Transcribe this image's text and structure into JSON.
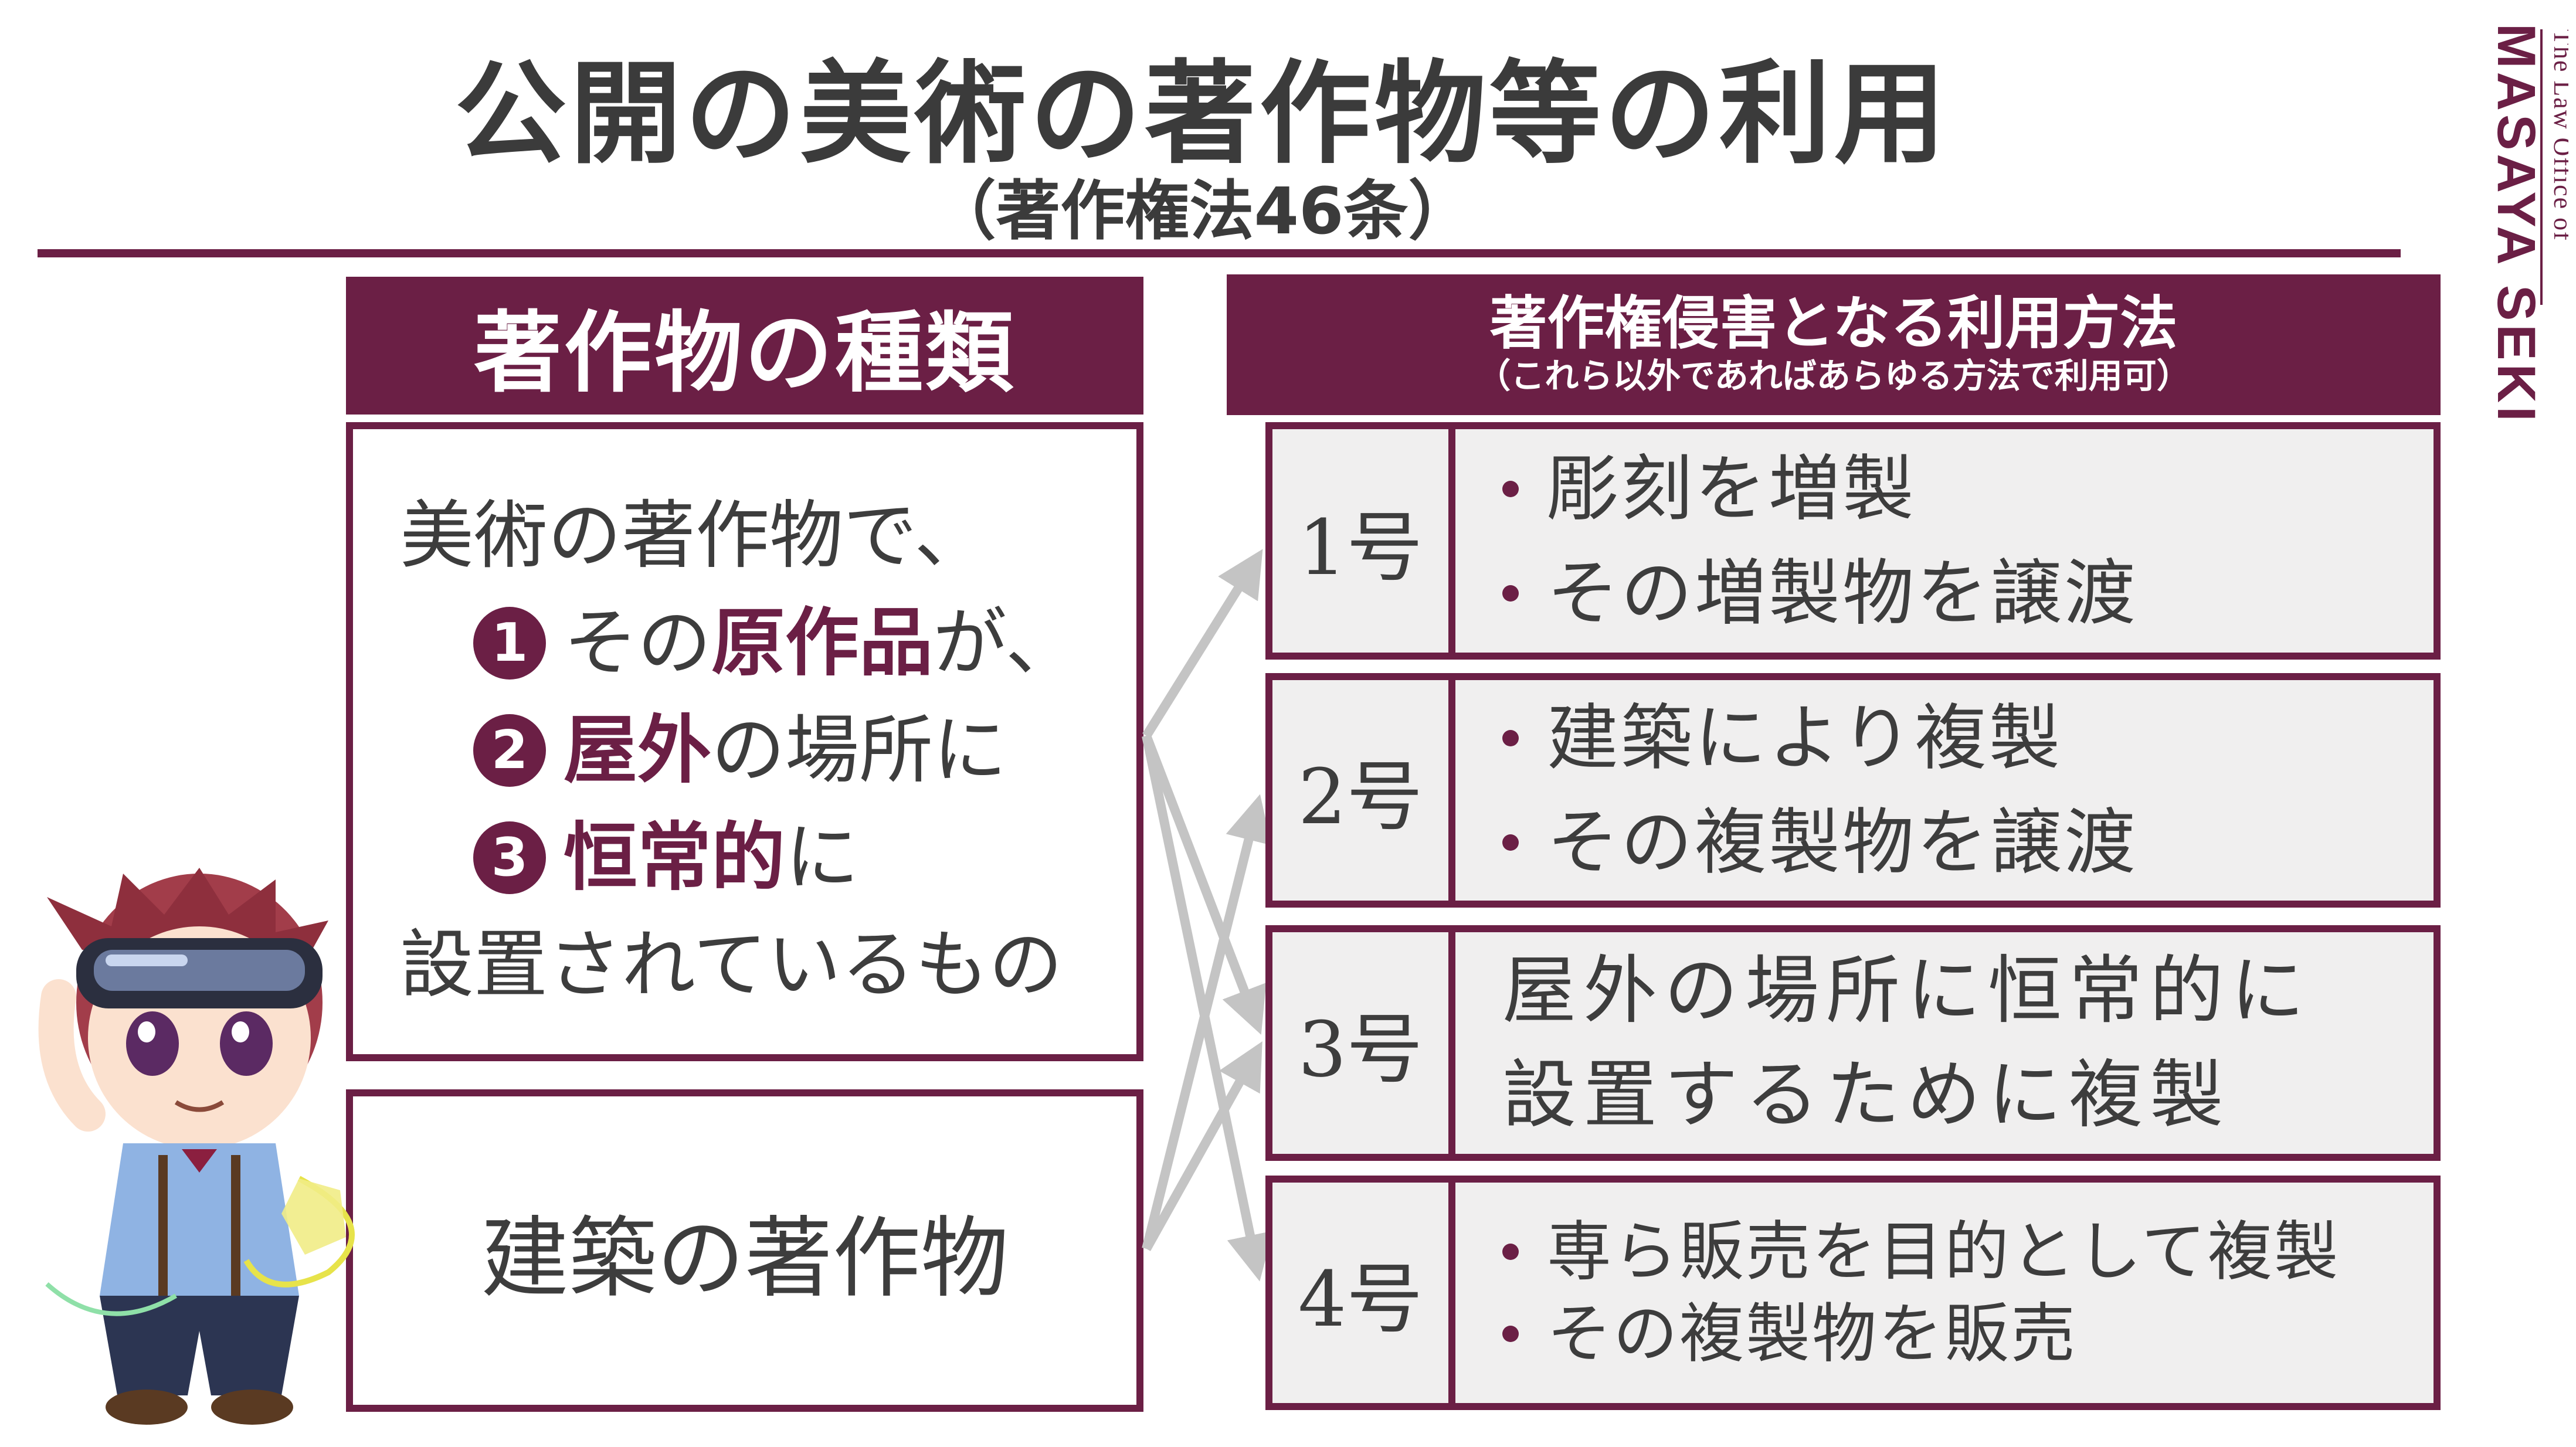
{
  "title": "公開の美術の著作物等の利用",
  "subtitle": "（著作権法46条）",
  "left_header": "著作物の種類",
  "right_header": {
    "main": "著作権侵害となる利用方法",
    "sub": "（これら以外であればあらゆる方法で利用可）"
  },
  "art_box": {
    "line1": "美術の著作物で、",
    "cond1": {
      "num": "1",
      "pre": "その",
      "hl": "原作品",
      "post": "が、"
    },
    "cond2": {
      "num": "2",
      "hl": "屋外",
      "post": "の場所に"
    },
    "cond3": {
      "num": "3",
      "hl": "恒常的",
      "post": "に"
    },
    "line_last": "設置されているもの"
  },
  "arch_box": "建築の著作物",
  "items": [
    {
      "label": "1号",
      "bullets": [
        "彫刻を増製",
        "その増製物を譲渡"
      ]
    },
    {
      "label": "2号",
      "bullets": [
        "建築により複製",
        "その複製物を譲渡"
      ]
    },
    {
      "label": "3号",
      "lines": [
        "屋外の場所に恒常的に",
        "設置するために複製"
      ]
    },
    {
      "label": "4号",
      "bullets": [
        "専ら販売を目的として複製",
        "その複製物を販売"
      ]
    }
  ],
  "brand": {
    "small": "The Law Office of",
    "big": "MASAYA SEKI"
  },
  "colors": {
    "accent": "#6b1f45",
    "arrow": "#c4c4c4",
    "item_bg": "#f0efef"
  },
  "illustration": "chibi-lawyer-character"
}
